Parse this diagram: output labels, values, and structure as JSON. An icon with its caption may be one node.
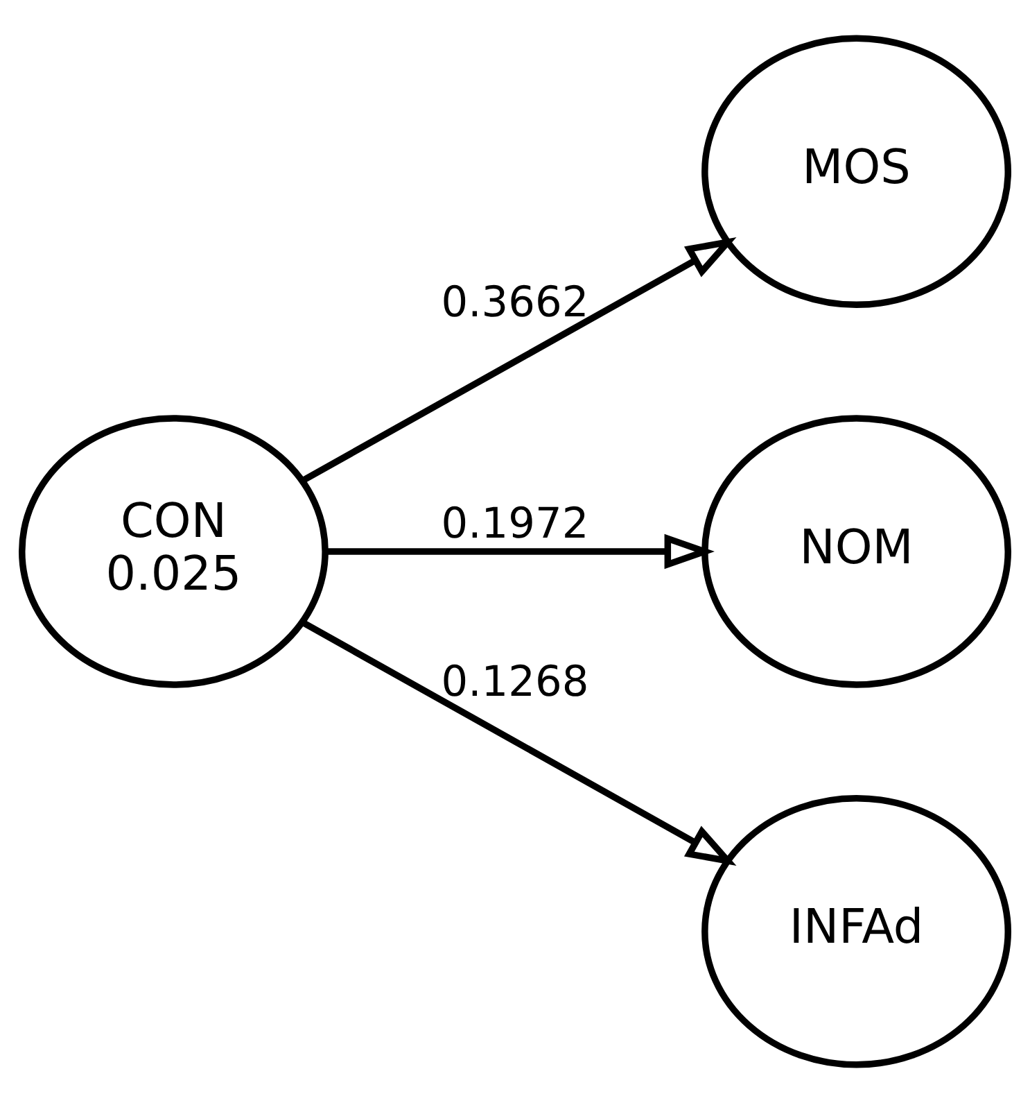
{
  "diagram": {
    "nodes": [
      {
        "text": [
          "CON",
          "0.025"
        ]
      },
      {
        "text": [
          "MOS"
        ]
      },
      {
        "text": [
          "NOM"
        ]
      },
      {
        "text": [
          "INFAd"
        ]
      }
    ],
    "edges": [
      {
        "from": 0,
        "to": 1,
        "arrow": "to",
        "label": "0.3662"
      },
      {
        "from": 0,
        "to": 2,
        "arrow": "to",
        "label": "0.1972"
      },
      {
        "from": 0,
        "to": 3,
        "arrow": "to",
        "label": "0.1268"
      }
    ]
  }
}
